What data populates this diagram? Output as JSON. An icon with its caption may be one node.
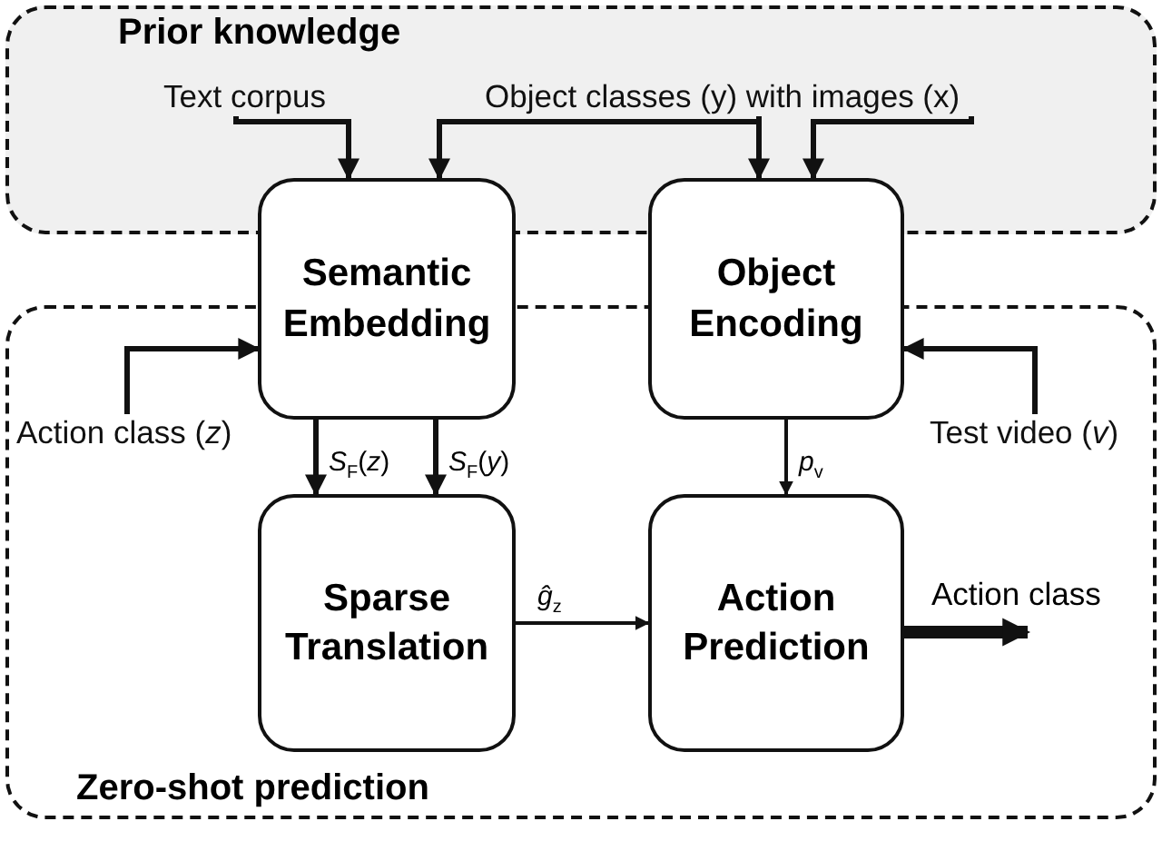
{
  "diagram": {
    "nodes": [
      {
        "text": [
          "Prior knowledge"
        ]
      },
      {
        "text": [
          "Text corpus"
        ],
        "in": 0
      },
      {
        "text": [
          "Object classes (y) with images (x)"
        ],
        "in": 0
      },
      {
        "text": [
          "Semantic Embedding"
        ]
      },
      {
        "text": [
          "Object Encoding"
        ]
      },
      {
        "text": [
          "Zero-shot prediction"
        ]
      },
      {
        "text": [
          "Action class (*z*)"
        ],
        "in": 5
      },
      {
        "text": [
          "Test video (*v*)"
        ],
        "in": 5
      },
      {
        "text": [
          "Sparse Translation"
        ],
        "in": 5
      },
      {
        "text": [
          "Action Prediction"
        ],
        "in": 5
      }
    ],
    "edges": [
      {
        "from": 1,
        "to": 3,
        "arrow": "to"
      },
      {
        "from": 2,
        "to": 3,
        "arrow": "to"
      },
      {
        "from": 2,
        "to": 4,
        "arrow": "to"
      },
      {
        "from": 2,
        "to": 4,
        "arrow": "to"
      },
      {
        "from": 6,
        "to": 3,
        "arrow": "to"
      },
      {
        "from": 7,
        "to": 4,
        "arrow": "to"
      },
      {
        "from": 3,
        "to": 8,
        "label": "*S*$_{F}$(*z*)",
        "arrow": "to"
      },
      {
        "from": 3,
        "to": 8,
        "label": "*S*$_{F}$(*y*)",
        "arrow": "to"
      },
      {
        "from": 4,
        "to": 9,
        "label": "*p*$_{v}$",
        "arrow": "to"
      },
      {
        "from": 8,
        "to": 9,
        "label": "*ĝ*$_{z}$",
        "arrow": "to"
      },
      {
        "from": 9,
        "to": null,
        "label": "Action class",
        "arrow": "to",
        "style": "thick"
      }
    ]
  }
}
